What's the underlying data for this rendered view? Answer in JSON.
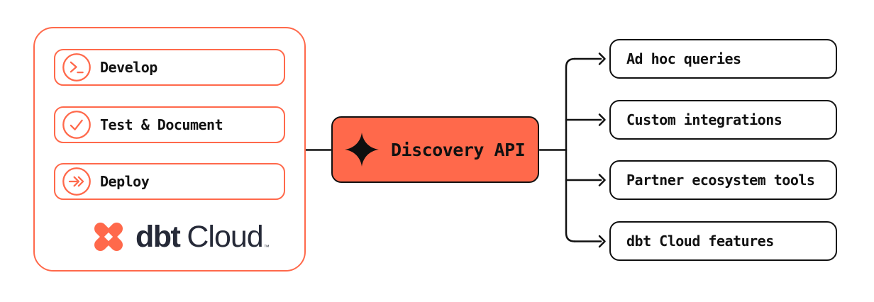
{
  "colors": {
    "accent_orange": "#FF694B",
    "line_ink": "#111111",
    "logo_navy": "#262A38",
    "background": "#FFFFFF"
  },
  "left_panel": {
    "items": [
      {
        "label": "Develop",
        "icon": "terminal-prompt-icon"
      },
      {
        "label": "Test & Document",
        "icon": "check-circle-icon"
      },
      {
        "label": "Deploy",
        "icon": "deploy-arrow-icon"
      }
    ],
    "logo": {
      "mark_icon": "dbt-logo-mark",
      "name_bold": "dbt",
      "name_regular": "Cloud",
      "trademark": "™"
    }
  },
  "center_node": {
    "label": "Discovery API",
    "icon": "sparkle-icon"
  },
  "right_nodes": [
    {
      "label": "Ad hoc queries"
    },
    {
      "label": "Custom integrations"
    },
    {
      "label": "Partner ecosystem tools"
    },
    {
      "label": "dbt Cloud features"
    }
  ]
}
